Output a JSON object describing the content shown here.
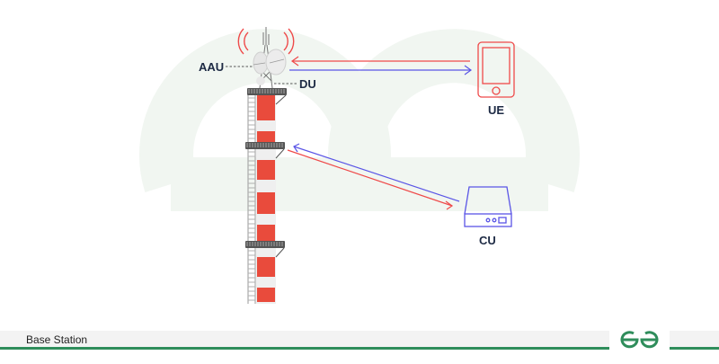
{
  "caption": "Base Station",
  "brand_logo": "gfg-logo",
  "labels": {
    "aau": "AAU",
    "du": "DU",
    "ue": "UE",
    "cu": "CU"
  },
  "nodes": [
    {
      "id": "tower",
      "icon": "cell-tower-icon"
    },
    {
      "id": "ue",
      "icon": "smartphone-icon",
      "label": "UE"
    },
    {
      "id": "cu",
      "icon": "server-box-icon",
      "label": "CU"
    }
  ],
  "links": [
    {
      "from": "UE",
      "to": "AAU",
      "color": "#ef4a4a"
    },
    {
      "from": "AAU",
      "to": "UE",
      "color": "#5a55e6"
    },
    {
      "from": "CU",
      "to": "Tower",
      "color": "#5a55e6"
    },
    {
      "from": "Tower",
      "to": "CU",
      "color": "#ef4a4a"
    }
  ],
  "colors": {
    "red": "#ef4a4a",
    "blue": "#5a55e6",
    "green": "#2f8d5b",
    "navy": "#1d2a44",
    "watermark": "#eef4ee"
  }
}
